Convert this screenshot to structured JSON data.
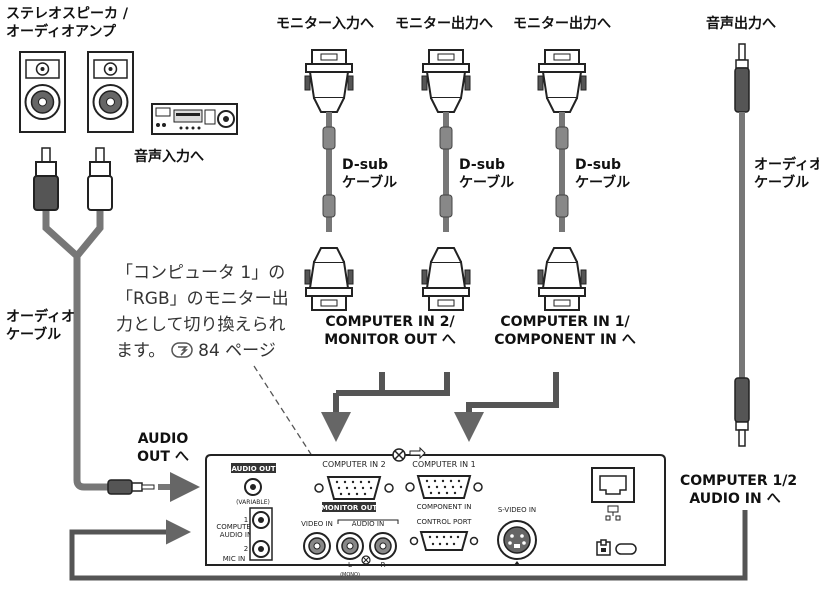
{
  "labels": {
    "speaker_amp": [
      "ステレオスピーカ /",
      "オーディオアンプ"
    ],
    "audio_input_to": "音声入力へ",
    "monitor_in_top": "モニター入力へ",
    "monitor_out_top_1": "モニター出力へ",
    "monitor_out_top_2": "モニター出力へ",
    "audio_output_to": "音声出力へ",
    "dsub_cable": [
      "D-sub",
      "ケーブル"
    ],
    "audio_cable_right": [
      "オーディオ",
      "ケーブル"
    ],
    "audio_cable_left": [
      "オーディオ",
      "ケーブル"
    ],
    "note": [
      "「コンピュータ 1」の",
      "「RGB」のモニター出",
      "力として切り換えられ",
      "ます。"
    ],
    "note_pageref": "84 ページ",
    "computer_in2_monitor_out": [
      "COMPUTER IN 2/",
      "MONITOR OUT へ"
    ],
    "computer_in1_component_in": [
      "COMPUTER IN 1/",
      "COMPONENT IN へ"
    ],
    "audio_out_to": [
      "AUDIO",
      "OUT へ"
    ],
    "computer_audio_in_to": [
      "COMPUTER 1/2",
      "AUDIO IN へ"
    ]
  },
  "panel": {
    "audio_out": "AUDIO OUT",
    "variable": "(VARIABLE)",
    "computer_in2": "COMPUTER IN 2",
    "monitor_out": "MONITOR OUT",
    "computer_in1": "COMPUTER IN 1",
    "component_in": "COMPONENT IN",
    "computer_audio_in": [
      "COMPUTER",
      "AUDIO IN"
    ],
    "mic_in": "MIC IN",
    "num1": "1",
    "num2": "2",
    "video_in": "VIDEO IN",
    "audio_in": "AUDIO IN",
    "l": "L",
    "mono": "(MONO)",
    "r": "R",
    "control_port": "CONTROL PORT",
    "s_video_in": "S-VIDEO IN"
  }
}
